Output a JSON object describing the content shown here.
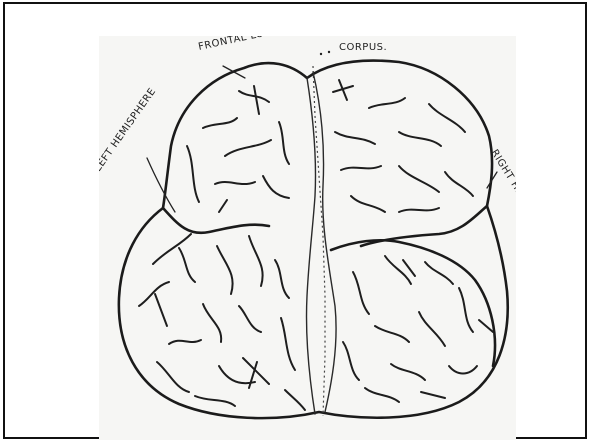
{
  "labels": {
    "frontal_lobe": "FRONTAL LOBE.",
    "corpus": "CORPUS.",
    "left_hemisphere": "LEFT HEMISPHERE",
    "right_hemisphere": "RIGHT HEMISPHERE"
  },
  "colors": {
    "ink": "#1b1b1b",
    "paper": "#f6f6f4",
    "frame": "#111111"
  }
}
